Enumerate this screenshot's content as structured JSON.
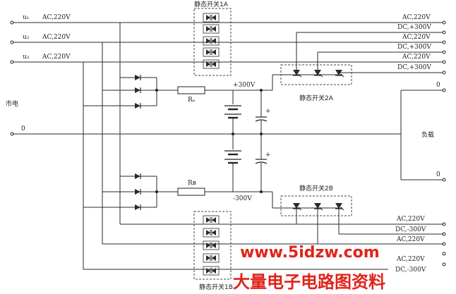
{
  "phases": [
    {
      "label": "u₁"
    },
    {
      "label": "u₂"
    },
    {
      "label": "u₃"
    }
  ],
  "input_voltages": [
    "AC,220V",
    "AC,220V",
    "AC,220V"
  ],
  "mains_label": "市电",
  "neutral_label": "0",
  "switch_1a_label": "静态开关1A",
  "switch_1b_label": "静态开关1B",
  "switch_2a_label": "静态开关2A",
  "switch_2b_label": "静态开关2B",
  "resistor_top_label": "Rₐ",
  "resistor_bottom_label": "Rʙ",
  "plus_bus_label": "+300V",
  "minus_bus_label": "-300V",
  "cap_plus_top": "+",
  "cap_plus_bottom": "+",
  "load_label": "负载",
  "load_terminal_top": "0",
  "load_terminal_bottom": "0",
  "outputs_top": [
    "AC,220V",
    "DC,+300V",
    "AC,220V",
    "DC,+300V",
    "AC,220V",
    "DC,+300V"
  ],
  "outputs_bottom": [
    "AC,220V",
    "DC,-300V",
    "AC,220V",
    "AC,220V",
    "DC,-300V"
  ],
  "watermark_url": "www.5idzw.com",
  "watermark_text": "大量电子电路图资料"
}
